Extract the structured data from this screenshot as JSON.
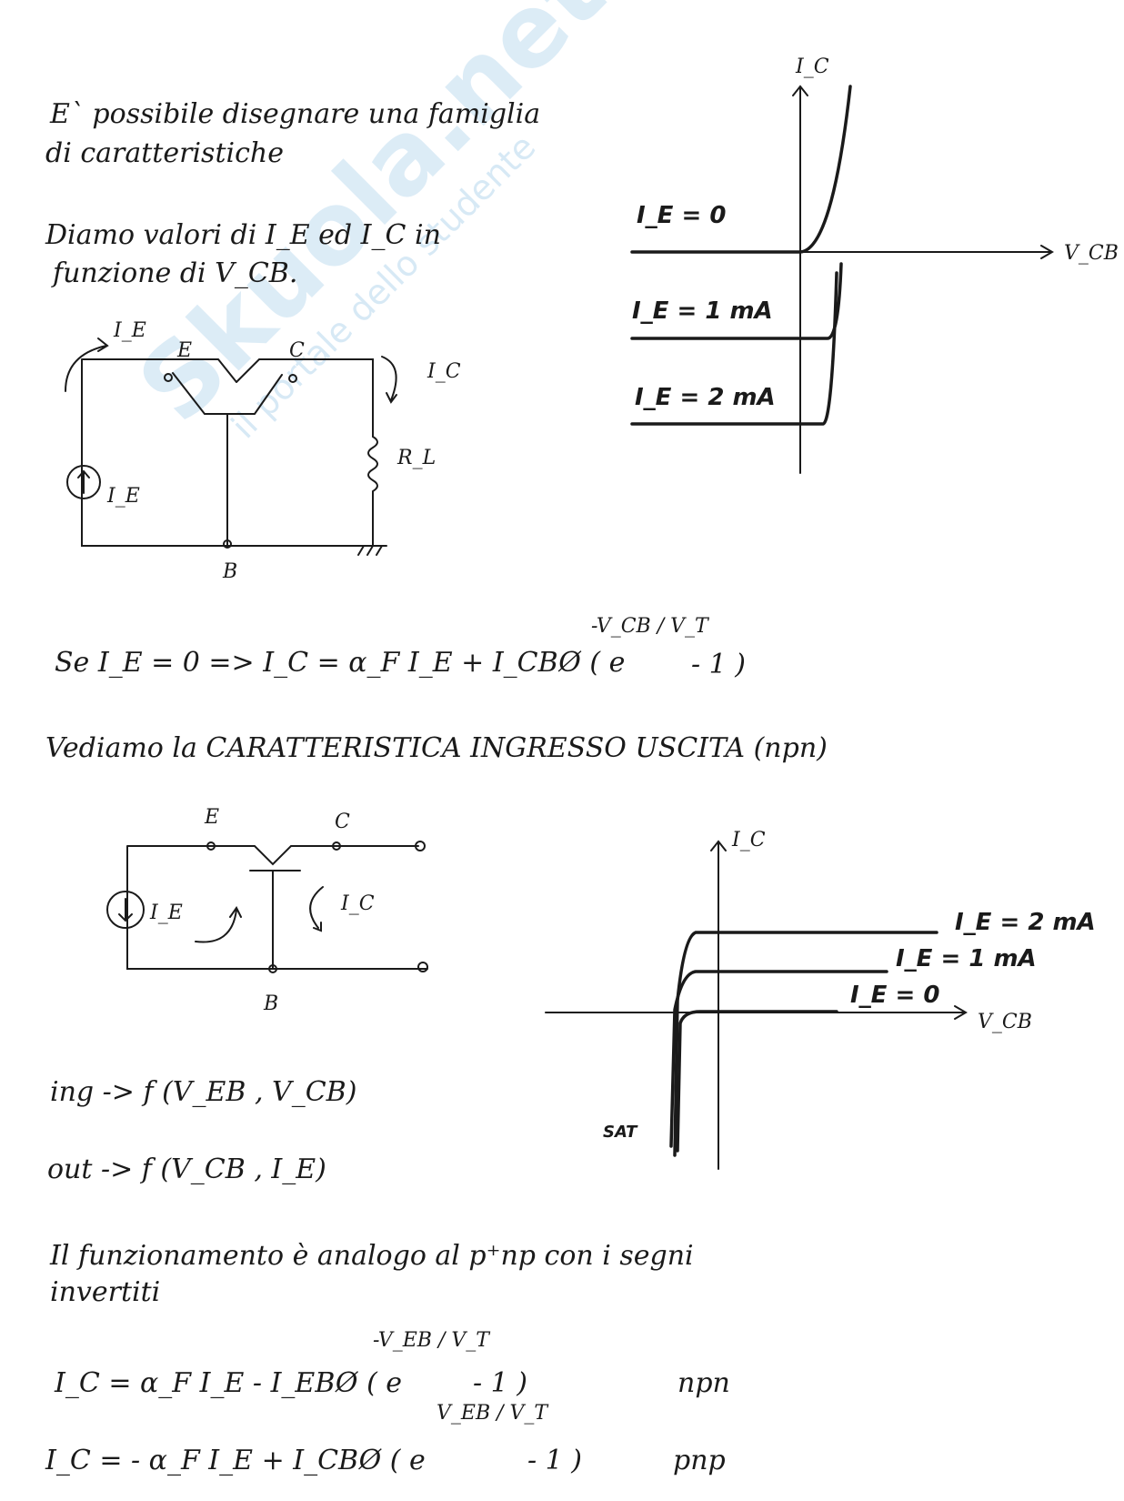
{
  "watermark": {
    "logo": "Skuola.net",
    "tagline": "il portale dello studente"
  },
  "intro": {
    "line1": "E` possibile disegnare una famiglia",
    "line2": "di caratteristiche",
    "line3": "Diamo valori di I_E ed I_C in",
    "line4": "funzione di V_CB."
  },
  "circuit1": {
    "ie_top": "I_E",
    "e": "E",
    "c": "C",
    "ic": "I_C",
    "rl": "R_L",
    "source": "I_E",
    "b": "B"
  },
  "graph1": {
    "y_axis": "I_C",
    "x_axis": "V_CB",
    "curves": [
      "I_E = 0",
      "I_E = 1 mA",
      "I_E = 2 mA"
    ]
  },
  "equation1": {
    "text": "Se I_E = 0 => I_C = α_F I_E + I_CBØ ( e",
    "exp": "-V_CB / V_T",
    "tail": "- 1 )"
  },
  "heading2": "Vediamo la CARATTERISTICA INGRESSO USCITA (npn)",
  "circuit2": {
    "e": "E",
    "c": "C",
    "ie": "I_E",
    "ic": "I_C",
    "b": "B"
  },
  "graph2": {
    "y_axis": "I_C",
    "x_axis": "V_CB",
    "curves": [
      "I_E = 2 mA",
      "I_E = 1 mA",
      "I_E = 0"
    ],
    "region": "SAT"
  },
  "functions": {
    "ing": "ing -> f (V_EB , V_CB)",
    "out": "out -> f (V_CB , I_E)"
  },
  "conclusion": {
    "line1": "Il funzionamento è analogo al p⁺np con i segni",
    "line2": "invertiti"
  },
  "equations": [
    {
      "text": "I_C = α_F I_E - I_EBØ ( e",
      "exp": "-V_EB / V_T",
      "tail": "- 1 )",
      "type": "npn"
    },
    {
      "text": "I_C = - α_F I_E + I_CBØ ( e",
      "exp": "V_EB / V_T",
      "tail": "- 1 )",
      "type": "pnp"
    }
  ]
}
